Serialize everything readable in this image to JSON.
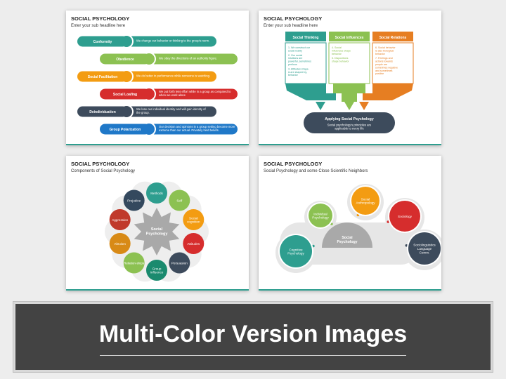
{
  "slides": [
    {
      "title": "SOCIAL PSYCHOLOGY",
      "subtitle": "Enter your sub headline here",
      "rows": [
        {
          "label": "Conformity",
          "text": "We change our behavior or thinking to the group's norm.",
          "color": "#2e9e8f"
        },
        {
          "label": "Obedience",
          "text": "We obey the directions of an authority figure.",
          "color": "#8cc152"
        },
        {
          "label": "Social Facilitation",
          "text": "We do better in performance while someone is watching.",
          "color": "#f39c12"
        },
        {
          "label": "Social Loafing",
          "text": "We put forth less effort while in a group as compared to when we work alone",
          "color": "#d62d2d"
        },
        {
          "label": "Deindividuation",
          "text": "We lose our individual identity and will gain identity of the group.",
          "color": "#3d4b5c"
        },
        {
          "label": "Group Polarization",
          "text": "Our decision and opinions in a group setting become more extreme than our actual. Privately held beliefs.",
          "color": "#1f78c8"
        }
      ]
    },
    {
      "title": "SOCIAL PSYCHOLOGY",
      "subtitle": "Enter your sub headline here",
      "columns": [
        {
          "header": "Social Thinking",
          "items": [
            "1. We construct our social reality",
            "2. Our social intuitions are powerful, sometimes perilous",
            "3. Attitudes shape, & are shaped by, behavior"
          ],
          "color": "#2e9e8f"
        },
        {
          "header": "Social Influences",
          "items": [
            "4. Social influences shape behavior",
            "5. Dispositions shape behavior"
          ],
          "color": "#8cc152"
        },
        {
          "header": "Social Relations",
          "items": [
            "6. Social behavior is also biological behavior",
            "7. Feelings and actions towards people are sometimes negative and sometimes positive"
          ],
          "color": "#e67e22"
        }
      ],
      "bottom_title": "Applying Social Psychology",
      "bottom_text": "Social psychology's principles are applicable to every life"
    },
    {
      "title": "SOCIAL PSYCHOLOGY",
      "subtitle": "Components of Social Psychology",
      "center": "Social Psychology",
      "nodes": [
        {
          "label": "Methods",
          "color": "#2e9e8f"
        },
        {
          "label": "Self",
          "color": "#8cc152"
        },
        {
          "label": "Social cognition",
          "color": "#f39c12"
        },
        {
          "label": "Attitudes",
          "color": "#d62d2d"
        },
        {
          "label": "Persuasion",
          "color": "#3d4b5c"
        },
        {
          "label": "Group Influence",
          "color": "#1a8a6e"
        },
        {
          "label": "Relation-ships",
          "color": "#8cc152"
        },
        {
          "label": "Altruism",
          "color": "#d88a16"
        },
        {
          "label": "Aggression",
          "color": "#c0392b"
        },
        {
          "label": "Prejudice",
          "color": "#34495e"
        }
      ]
    },
    {
      "title": "SOCIAL PSYCHOLOGY",
      "subtitle": "Social Psychology and some Close Scientific Neighbors",
      "center": "Social Psychology",
      "nodes": [
        {
          "label": "Cognitive Psychology",
          "color": "#2e9e8f"
        },
        {
          "label": "Individual Psychology",
          "color": "#8cc152"
        },
        {
          "label": "Social Anthropology",
          "color": "#f39c12"
        },
        {
          "label": "Sociology",
          "color": "#d62d2d"
        },
        {
          "label": "Sociolinguistics Language Comm.",
          "color": "#3d4b5c"
        }
      ]
    }
  ],
  "banner": {
    "title": "Multi-Color Version Images"
  }
}
